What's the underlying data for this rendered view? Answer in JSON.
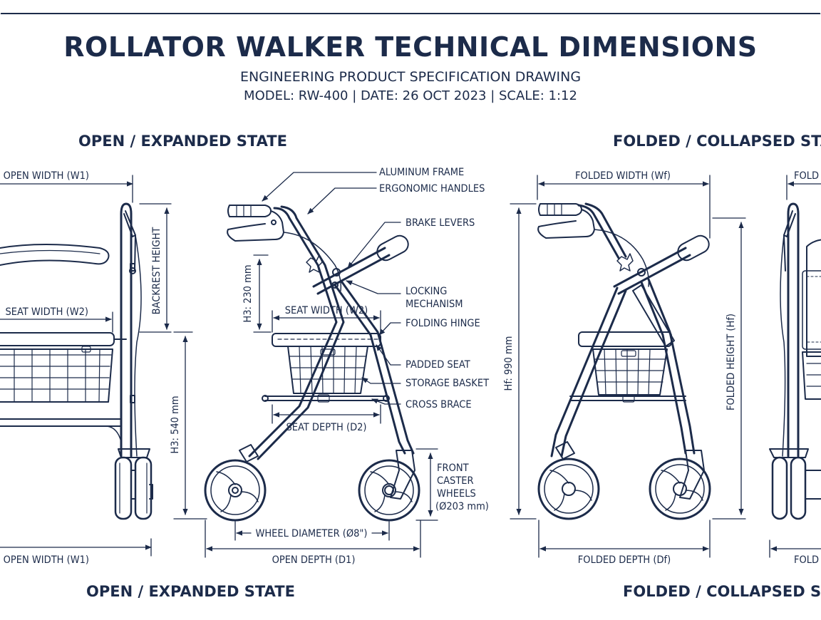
{
  "header": {
    "title": "ROLLATOR WALKER TECHNICAL DIMENSIONS",
    "subtitle": "ENGINEERING PRODUCT SPECIFICATION DRAWING",
    "meta": "MODEL: RW-400 |  DATE: 26 OCT 2023  | SCALE: 1:12"
  },
  "states": {
    "open_top": "OPEN / EXPANDED STATE",
    "open_bottom": "OPEN / EXPANDED STATE",
    "folded_top": "FOLDED / COLLAPSED STATE",
    "folded_bottom": "FOLDED / COLLAPSED STATE"
  },
  "dimensions": {
    "open_width": "OPEN WIDTH (W1)",
    "open_width_bottom": "OPEN WIDTH (W1)",
    "backrest_height": "BACKREST HEIGHT",
    "seat_width_front": "SEAT WIDTH (W2)",
    "seat_width_side": "SEAT WIDTH (W2)",
    "h3_540": "H3: 540 mm",
    "h3_230": "H3: 230 mm",
    "seat_depth": "SEAT DEPTH (D2)",
    "wheel_diameter": "WHEEL DIAMETER (Ø8\")",
    "open_depth": "OPEN DEPTH (D1)",
    "folded_width": "FOLDED WIDTH (Wf)",
    "folded_width_partial": "FOLD",
    "hf_990": "Hf: 990 mm",
    "folded_height": "FOLDED HEIGHT (Hf)",
    "folded_depth": "FOLDED DEPTH (Df)",
    "folded_depth_partial": "FOLD"
  },
  "callouts": {
    "aluminum_frame": "ALUMINUM FRAME",
    "ergonomic_handles": "ERGONOMIC HANDLES",
    "brake_levers": "BRAKE LEVERS",
    "locking_1": "LOCKING",
    "locking_2": "MECHANISM",
    "folding_hinge": "FOLDING HINGE",
    "padded_seat": "PADDED SEAT",
    "storage_basket": "STORAGE BASKET",
    "cross_brace": "CROSS BRACE",
    "caster_1": "FRONT",
    "caster_2": "CASTER",
    "caster_3": "WHEELS",
    "caster_4": "(Ø203 mm)"
  }
}
